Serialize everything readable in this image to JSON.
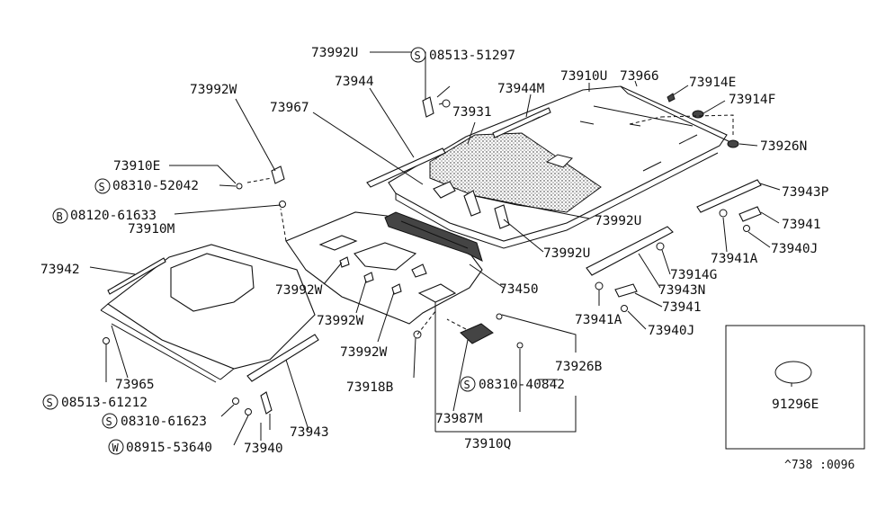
{
  "labels": {
    "p73992U_top": "73992U",
    "p08513_51297": "08513-51297",
    "p73910U": "73910U",
    "p73966": "73966",
    "p73944": "73944",
    "p73944M": "73944M",
    "p73914E": "73914E",
    "p73914F": "73914F",
    "p73992W_a": "73992W",
    "p73967": "73967",
    "p73931": "73931",
    "p73926N": "73926N",
    "p73910E": "73910E",
    "p08310_52042": "08310-52042",
    "p73943P": "73943P",
    "p08120_61633": "08120-61633",
    "p73910M": "73910M",
    "p73992U_b": "73992U",
    "p73941_a": "73941",
    "p73941A_a": "73941A",
    "p73940J_a": "73940J",
    "p73992U_c": "73992U",
    "p73914G": "73914G",
    "p73942": "73942",
    "p73450": "73450",
    "p73943N": "73943N",
    "p73992W_b": "73992W",
    "p73941_b": "73941",
    "p73941A_b": "73941A",
    "p73992W_c": "73992W",
    "p73940J_b": "73940J",
    "p73992W_d": "73992W",
    "p73926B": "73926B",
    "p73965": "73965",
    "p73918B": "73918B",
    "p08310_40842": "08310-40842",
    "p91296E": "91296E",
    "p08513_61212": "08513-61212",
    "p73987M": "73987M",
    "p08310_61623": "08310-61623",
    "p73943": "73943",
    "p73910Q": "73910Q",
    "p08915_53640": "08915-53640",
    "p73940": "73940",
    "ref": "^738 :0096"
  },
  "prefixes": {
    "s": "S",
    "b": "B",
    "w": "W"
  }
}
